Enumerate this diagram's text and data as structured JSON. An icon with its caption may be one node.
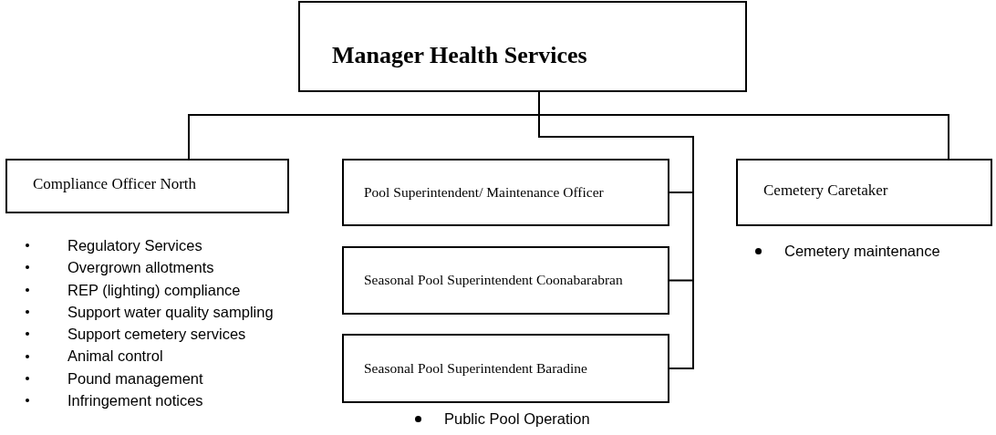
{
  "diagram": {
    "nodes": [
      {
        "text": [
          "Manager Health Services"
        ]
      },
      {
        "text": [
          "Compliance Officer North"
        ],
        "beside": [
          "Regulatory Services",
          "Overgrown allotments",
          "REP (lighting) compliance",
          "Support water quality sampling",
          "Support cemetery services",
          "Animal control",
          "Pound management",
          "Infringement notices"
        ]
      },
      {
        "text": [
          "Pool Superintendent/ Maintenance Officer"
        ]
      },
      {
        "text": [
          "Seasonal Pool Superintendent Coonabarabran"
        ]
      },
      {
        "text": [
          "Seasonal Pool Superintendent Baradine"
        ],
        "beside": [
          "Public Pool Operation"
        ]
      },
      {
        "text": [
          "Cemetery Caretaker"
        ],
        "beside": [
          "Cemetery maintenance"
        ]
      }
    ],
    "edges": [
      {
        "from": 0,
        "to": 1,
        "arrow": "none"
      },
      {
        "from": 0,
        "to": 2,
        "arrow": "none"
      },
      {
        "from": 0,
        "to": 3,
        "arrow": "none"
      },
      {
        "from": 0,
        "to": 4,
        "arrow": "none"
      },
      {
        "from": 0,
        "to": 5,
        "arrow": "none"
      }
    ]
  }
}
